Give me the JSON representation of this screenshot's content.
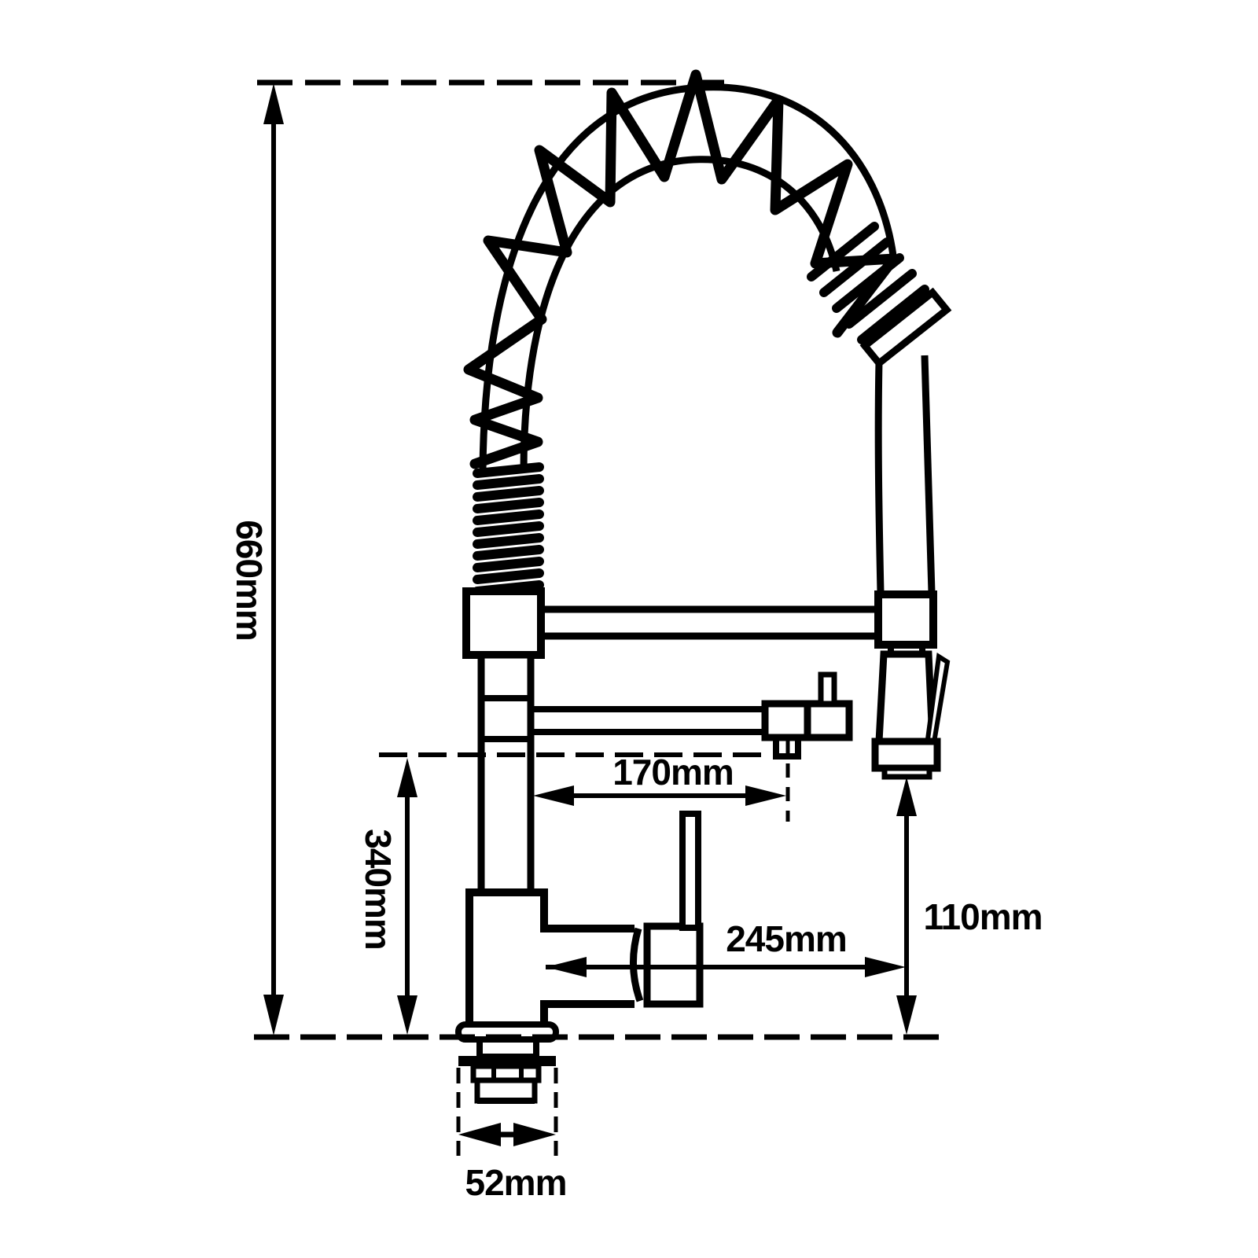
{
  "drawing": {
    "type": "faucet-technical-dimension-drawing",
    "units": "mm",
    "colors": {
      "line": "#000000",
      "background": "#ffffff"
    }
  },
  "dimensions": {
    "total_height": {
      "label": "660mm",
      "orientation": "vertical"
    },
    "spout_height": {
      "label": "340mm",
      "orientation": "vertical"
    },
    "spout_reach": {
      "label": "170mm",
      "orientation": "horizontal"
    },
    "overall_reach": {
      "label": "245mm",
      "orientation": "horizontal"
    },
    "head_clearance": {
      "label": "110mm",
      "orientation": "vertical"
    },
    "base_diameter": {
      "label": "52mm",
      "orientation": "horizontal"
    }
  }
}
